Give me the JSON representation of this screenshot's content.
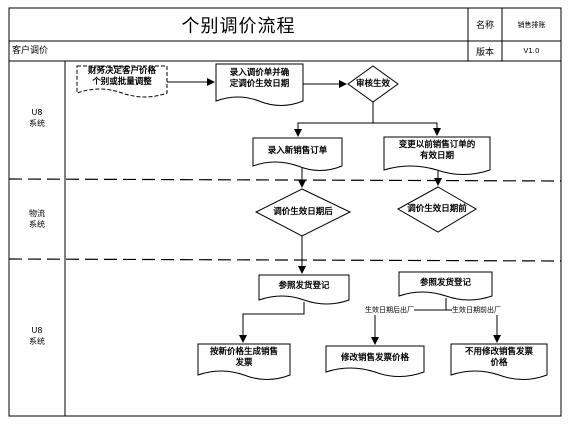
{
  "header": {
    "title": "个别调价流程",
    "name_label": "名称",
    "name_value": "销售排账",
    "version_label": "版本",
    "version_value": "V1.0",
    "subtitle": "客户调价"
  },
  "lanes": [
    {
      "label": "U8\n系统"
    },
    {
      "label": "物流\n系统"
    },
    {
      "label": "U8\n系统"
    }
  ],
  "nodes": {
    "finance_decide": "财务决定客户价格\n个别或批量调整",
    "enter_adjust": "录入调价单并确\n定调价生效日期",
    "review_effect": "审核生效",
    "enter_order": "录入新销售订单",
    "change_prev_order": "变更以前销售订单的\n有效日期",
    "after_effect_date": "调价生效日期后",
    "before_effect_date": "调价生效日期前",
    "ref_ship_1": "参照发货登记",
    "ref_ship_2": "参照发货登记",
    "new_price_invoice": "按新价格生成销售\n发票",
    "modify_invoice_price": "修改销售发票价格",
    "no_modify_invoice": "不用修改销售发票\n价格"
  },
  "edge_labels": {
    "after_ship": "生效日期后出厂",
    "before_ship": "生效日期前出厂"
  }
}
